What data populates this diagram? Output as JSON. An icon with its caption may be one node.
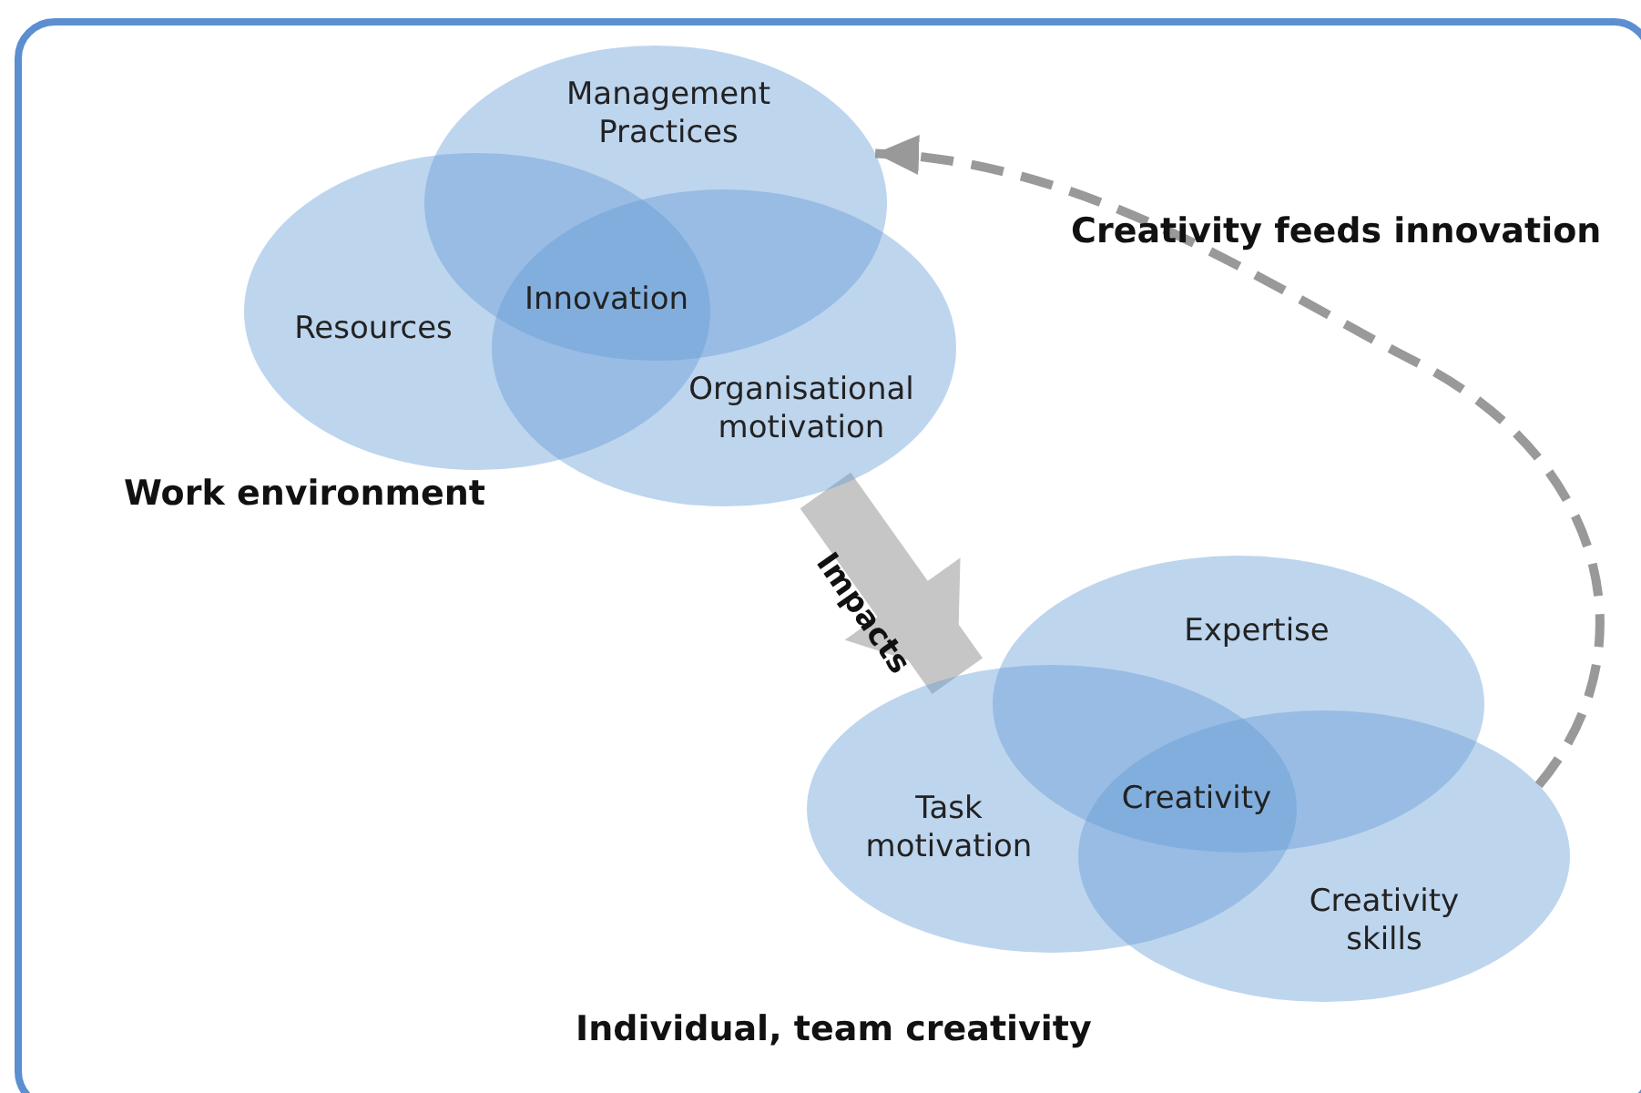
{
  "diagram": {
    "nodes": [
      {
        "text": [
          "Management Practices"
        ]
      },
      {
        "text": [
          "Resources"
        ]
      },
      {
        "text": [
          "Organisational motivation"
        ]
      },
      {
        "text": [
          "Innovation"
        ]
      },
      {
        "text": [
          "Expertise"
        ]
      },
      {
        "text": [
          "Task motivation"
        ]
      },
      {
        "text": [
          "Creativity skills"
        ]
      },
      {
        "text": [
          "Creativity"
        ]
      }
    ],
    "edges": [
      {
        "from": 2,
        "to": 5,
        "arrow": "to",
        "label": "Impacts",
        "style": "thick"
      },
      {
        "from": 6,
        "to": 0,
        "arrow": "to",
        "label": "Creativity feeds innovation",
        "style": "dashed"
      }
    ],
    "labels": [
      "Work environment",
      "Individual, team creativity"
    ]
  }
}
